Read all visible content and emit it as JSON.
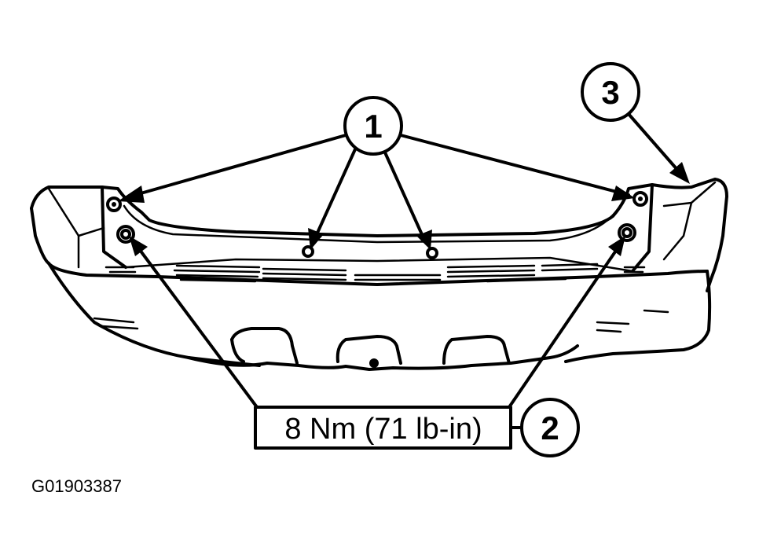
{
  "callouts": {
    "c1": "1",
    "c2": "2",
    "c3": "3"
  },
  "torque_label": "8 Nm (71 lb-in)",
  "figure_id": "G01903387",
  "colors": {
    "ink": "#000000",
    "background": "#ffffff"
  }
}
